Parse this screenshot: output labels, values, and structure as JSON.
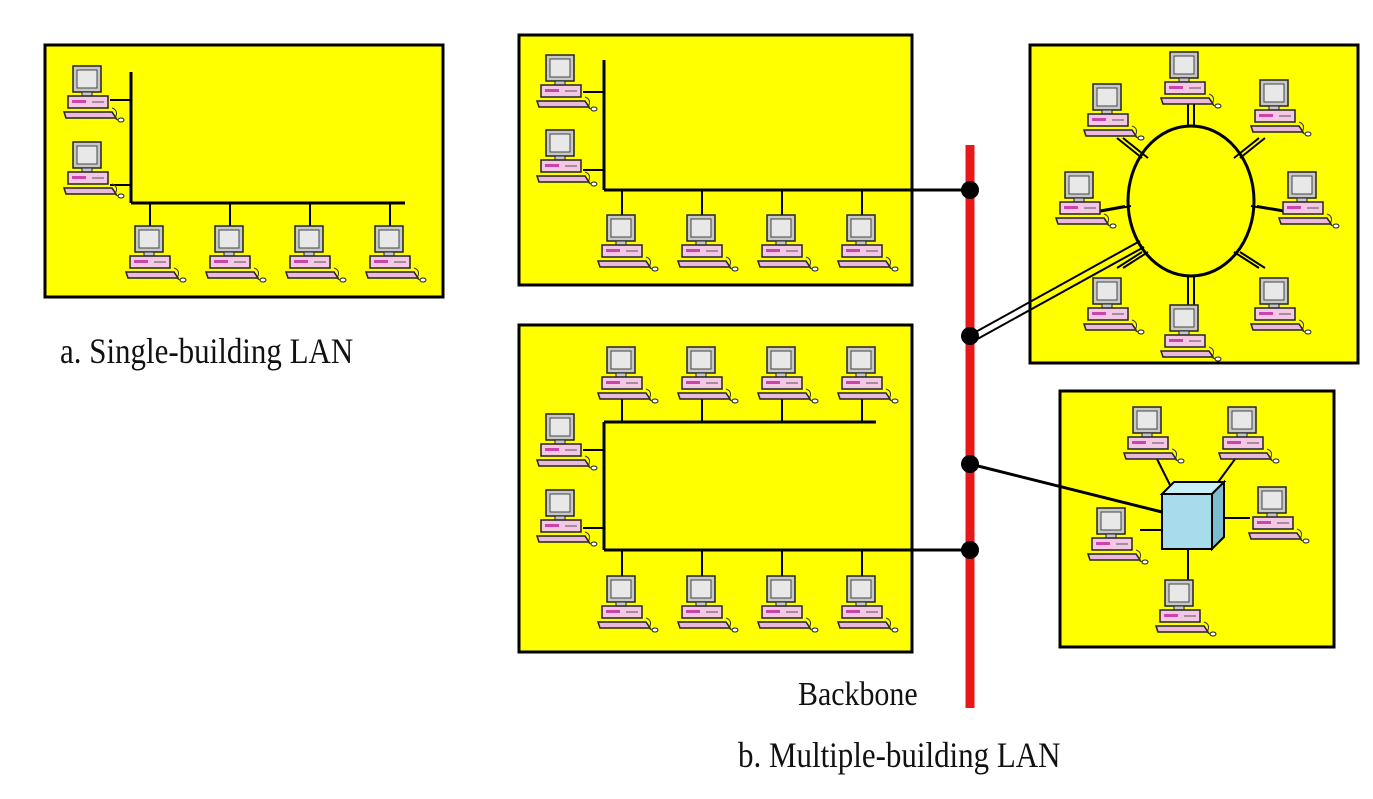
{
  "captions": {
    "single": "a. Single-building LAN",
    "multiple": "b. Multiple-building LAN"
  },
  "labels": {
    "backbone": "Backbone"
  },
  "colors": {
    "building": "#ffff00",
    "backbone": "#e81818",
    "switch": "#a8dcec",
    "monitor_body": "#c8c8c8",
    "monitor_screen": "#e8e8e8",
    "computer_base": "#f4c8e4",
    "keyboard": "#ecb8dc"
  },
  "icons": [
    "computer-icon",
    "switch-icon"
  ]
}
